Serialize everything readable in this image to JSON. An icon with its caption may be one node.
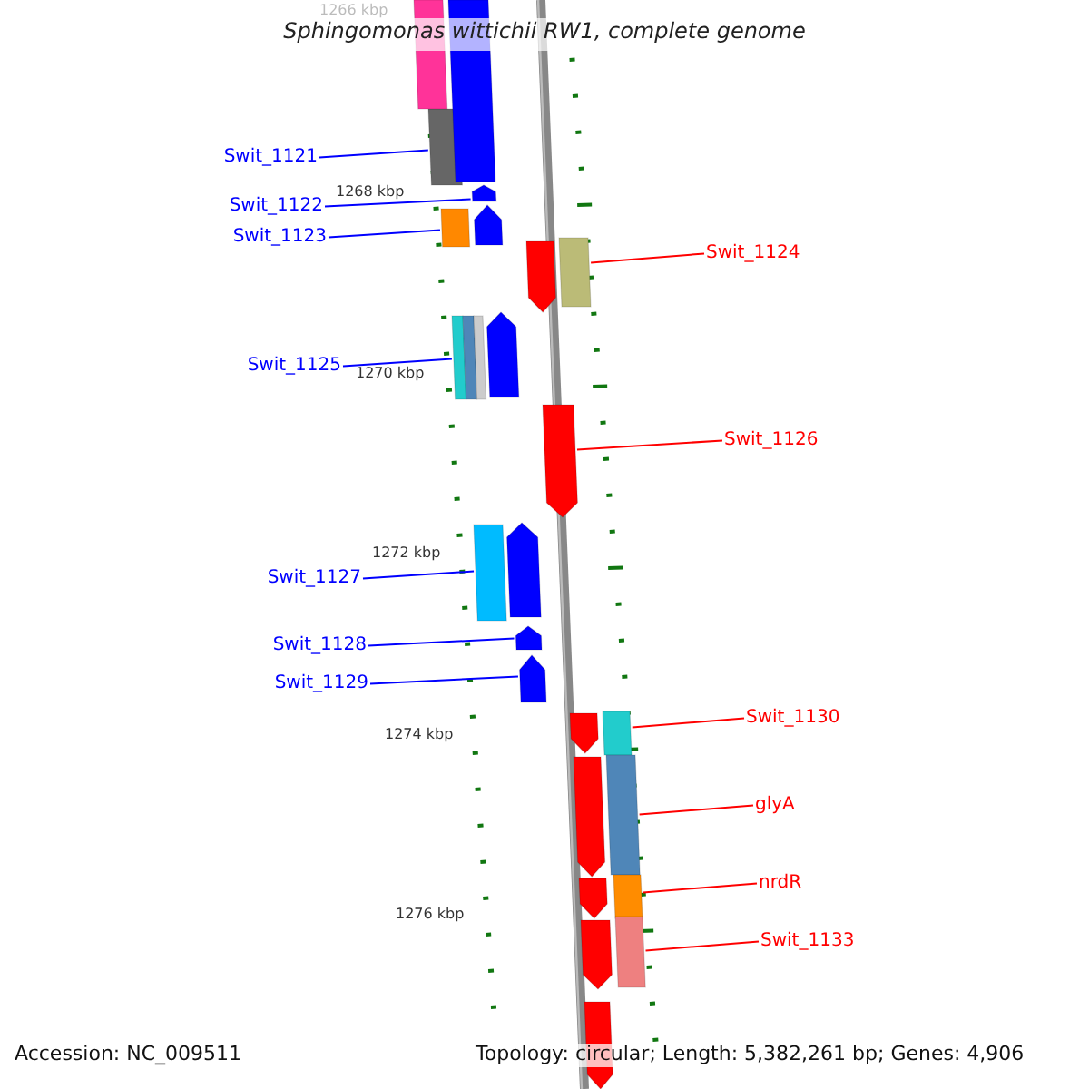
{
  "diagram": {
    "title": "Sphingomonas wittichii RW1, complete genome",
    "nodes": [
      {
        "text": [
          "Swit_1121"
        ]
      },
      {
        "text": [],
        "shape": "box"
      },
      {
        "text": [
          "Swit_1122"
        ]
      },
      {
        "text": [],
        "shape": "pentagon"
      },
      {
        "text": [
          "Swit_1123"
        ]
      },
      {
        "text": [],
        "shape": "box"
      },
      {
        "text": [
          "Swit_1124"
        ]
      },
      {
        "text": [],
        "shape": "box"
      },
      {
        "text": [
          "Swit_1125"
        ]
      },
      {
        "text": [],
        "shape": "box"
      },
      {
        "text": [
          "Swit_1126"
        ]
      },
      {
        "text": [],
        "shape": "pentagon"
      },
      {
        "text": [
          "Swit_1127"
        ]
      },
      {
        "text": [],
        "shape": "box"
      },
      {
        "text": [
          "Swit_1128"
        ]
      },
      {
        "text": [],
        "shape": "pentagon"
      },
      {
        "text": [
          "Swit_1129"
        ]
      },
      {
        "text": [],
        "shape": "pentagon"
      },
      {
        "text": [
          "Swit_1130"
        ]
      },
      {
        "text": [],
        "shape": "box"
      },
      {
        "text": [
          "glyA"
        ]
      },
      {
        "text": [],
        "shape": "box"
      },
      {
        "text": [
          "nrdR"
        ]
      },
      {
        "text": [],
        "shape": "box"
      },
      {
        "text": [
          "Swit_1133"
        ]
      },
      {
        "text": [],
        "shape": "box"
      },
      {
        "text": [],
        "shape": "box"
      },
      {
        "text": [],
        "shape": "box"
      },
      {
        "text": [],
        "shape": "pentagon"
      },
      {
        "text": [],
        "shape": "pentagon"
      },
      {
        "text": [],
        "shape": "box"
      },
      {
        "text": [],
        "shape": "box"
      },
      {
        "text": [],
        "shape": "pentagon"
      },
      {
        "text": [],
        "shape": "pentagon"
      },
      {
        "text": [],
        "shape": "pentagon"
      },
      {
        "text": [],
        "shape": "pentagon"
      },
      {
        "text": [],
        "shape": "pentagon"
      },
      {
        "text": [],
        "shape": "pentagon"
      },
      {
        "text": [],
        "shape": "pentagon"
      }
    ],
    "edges": [
      {
        "from": 0,
        "to": 1,
        "arrow": "none"
      },
      {
        "from": 2,
        "to": 3,
        "arrow": "none"
      },
      {
        "from": 4,
        "to": 5,
        "arrow": "none"
      },
      {
        "from": 6,
        "to": 7,
        "arrow": "none",
        "color": "#ff0000"
      },
      {
        "from": 8,
        "to": 9,
        "arrow": "none"
      },
      {
        "from": 10,
        "to": 11,
        "arrow": "none",
        "color": "#ff0000"
      },
      {
        "from": 12,
        "to": 13,
        "arrow": "none"
      },
      {
        "from": 14,
        "to": 15,
        "arrow": "none"
      },
      {
        "from": 16,
        "to": 17,
        "arrow": "none"
      },
      {
        "from": 18,
        "to": 19,
        "arrow": "none",
        "color": "#ff0000"
      },
      {
        "from": 20,
        "to": 21,
        "arrow": "none",
        "color": "#ff0000"
      },
      {
        "from": 22,
        "to": 23,
        "arrow": "none",
        "color": "#ff0000"
      },
      {
        "from": 24,
        "to": 25,
        "arrow": "none",
        "color": "#ff0000"
      }
    ],
    "labels": [
      "1266 kbp",
      "1268 kbp",
      "1270 kbp",
      "1272 kbp",
      "1274 kbp",
      "1276 kbp",
      "Accession: NC_009511",
      "Topology: circular; Length: 5,382,261 bp; Genes: 4,906"
    ]
  }
}
